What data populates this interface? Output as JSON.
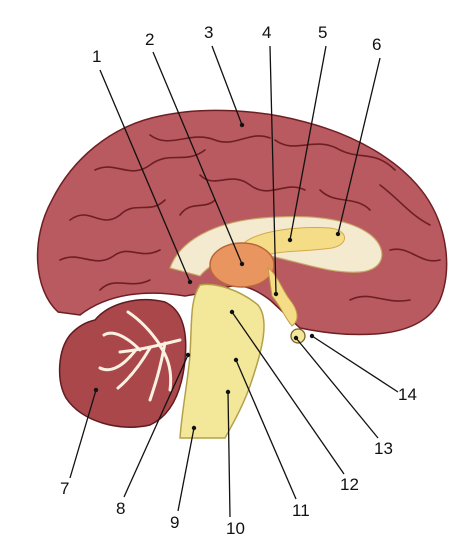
{
  "labels": [
    "1",
    "2",
    "3",
    "4",
    "5",
    "6",
    "7",
    "8",
    "9",
    "10",
    "11",
    "12",
    "13",
    "14"
  ],
  "colors": {
    "cortex": "#b85a5f",
    "cortex_dark": "#7a262b",
    "cerebellum": "#a9474b",
    "white_matter": "#f4ead0",
    "ventricle": "#f5dd88",
    "brainstem": "#f3e79a",
    "thalamus": "#e9955f",
    "line": "#111111"
  }
}
